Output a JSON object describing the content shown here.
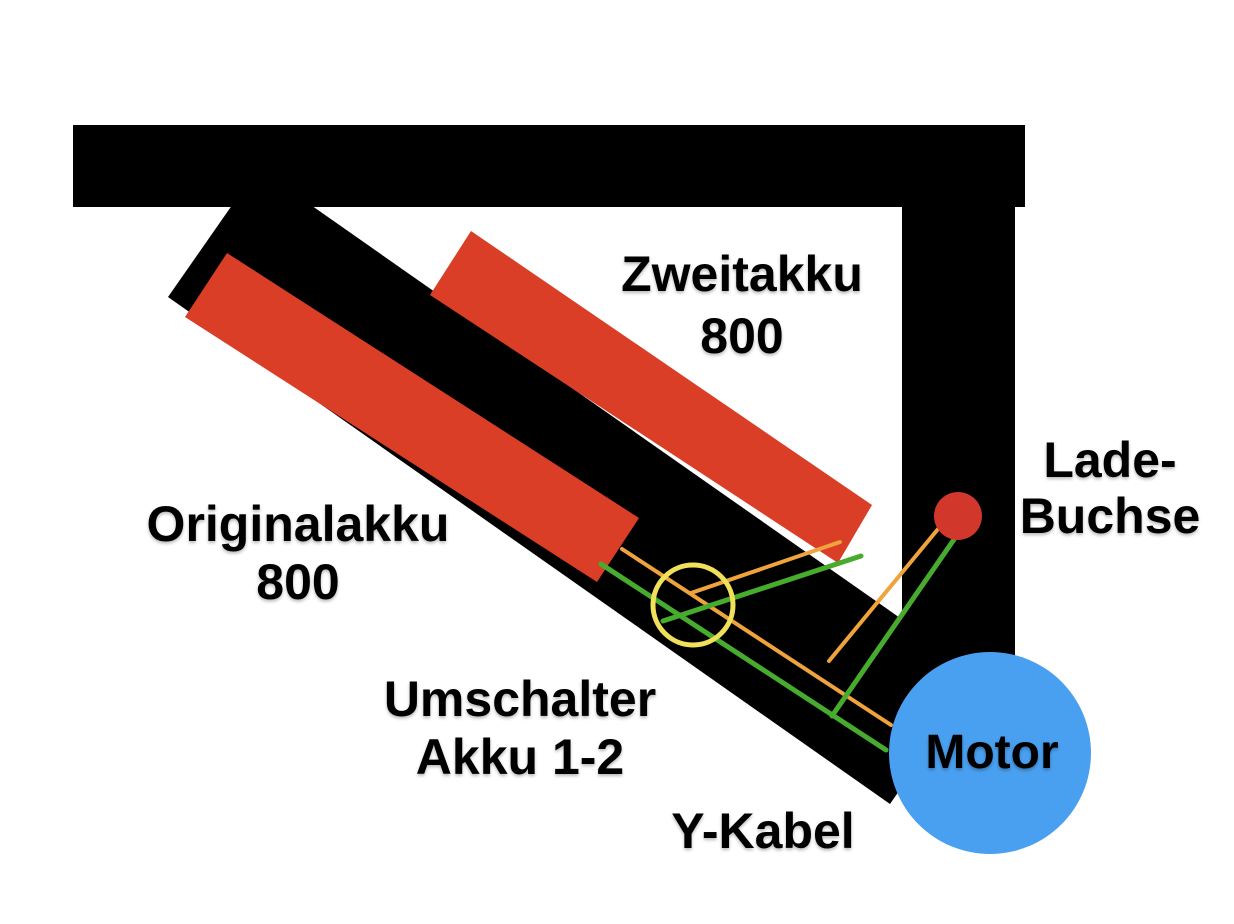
{
  "colors": {
    "background": "#FFFFFF",
    "structure_black": "#000000",
    "battery_red": "#DA3E27",
    "socket_red": "#D1372B",
    "motor_blue": "#4AA0F0",
    "wire_orange": "#F0A23C",
    "wire_green": "#47AC2D",
    "switch_yellow": "#F1E05A",
    "text_black": "#000000"
  },
  "labels": {
    "zweitakku": {
      "name": "Zweitakku",
      "capacity": "800"
    },
    "originalakku": {
      "name": "Originalakku",
      "capacity": "800"
    },
    "umschalter": {
      "line1": "Umschalter",
      "line2": "Akku 1-2"
    },
    "y_kabel": "Y-Kabel",
    "lade_buchse": {
      "line1": "Lade-",
      "line2": "Buchse"
    },
    "motor": "Motor"
  }
}
